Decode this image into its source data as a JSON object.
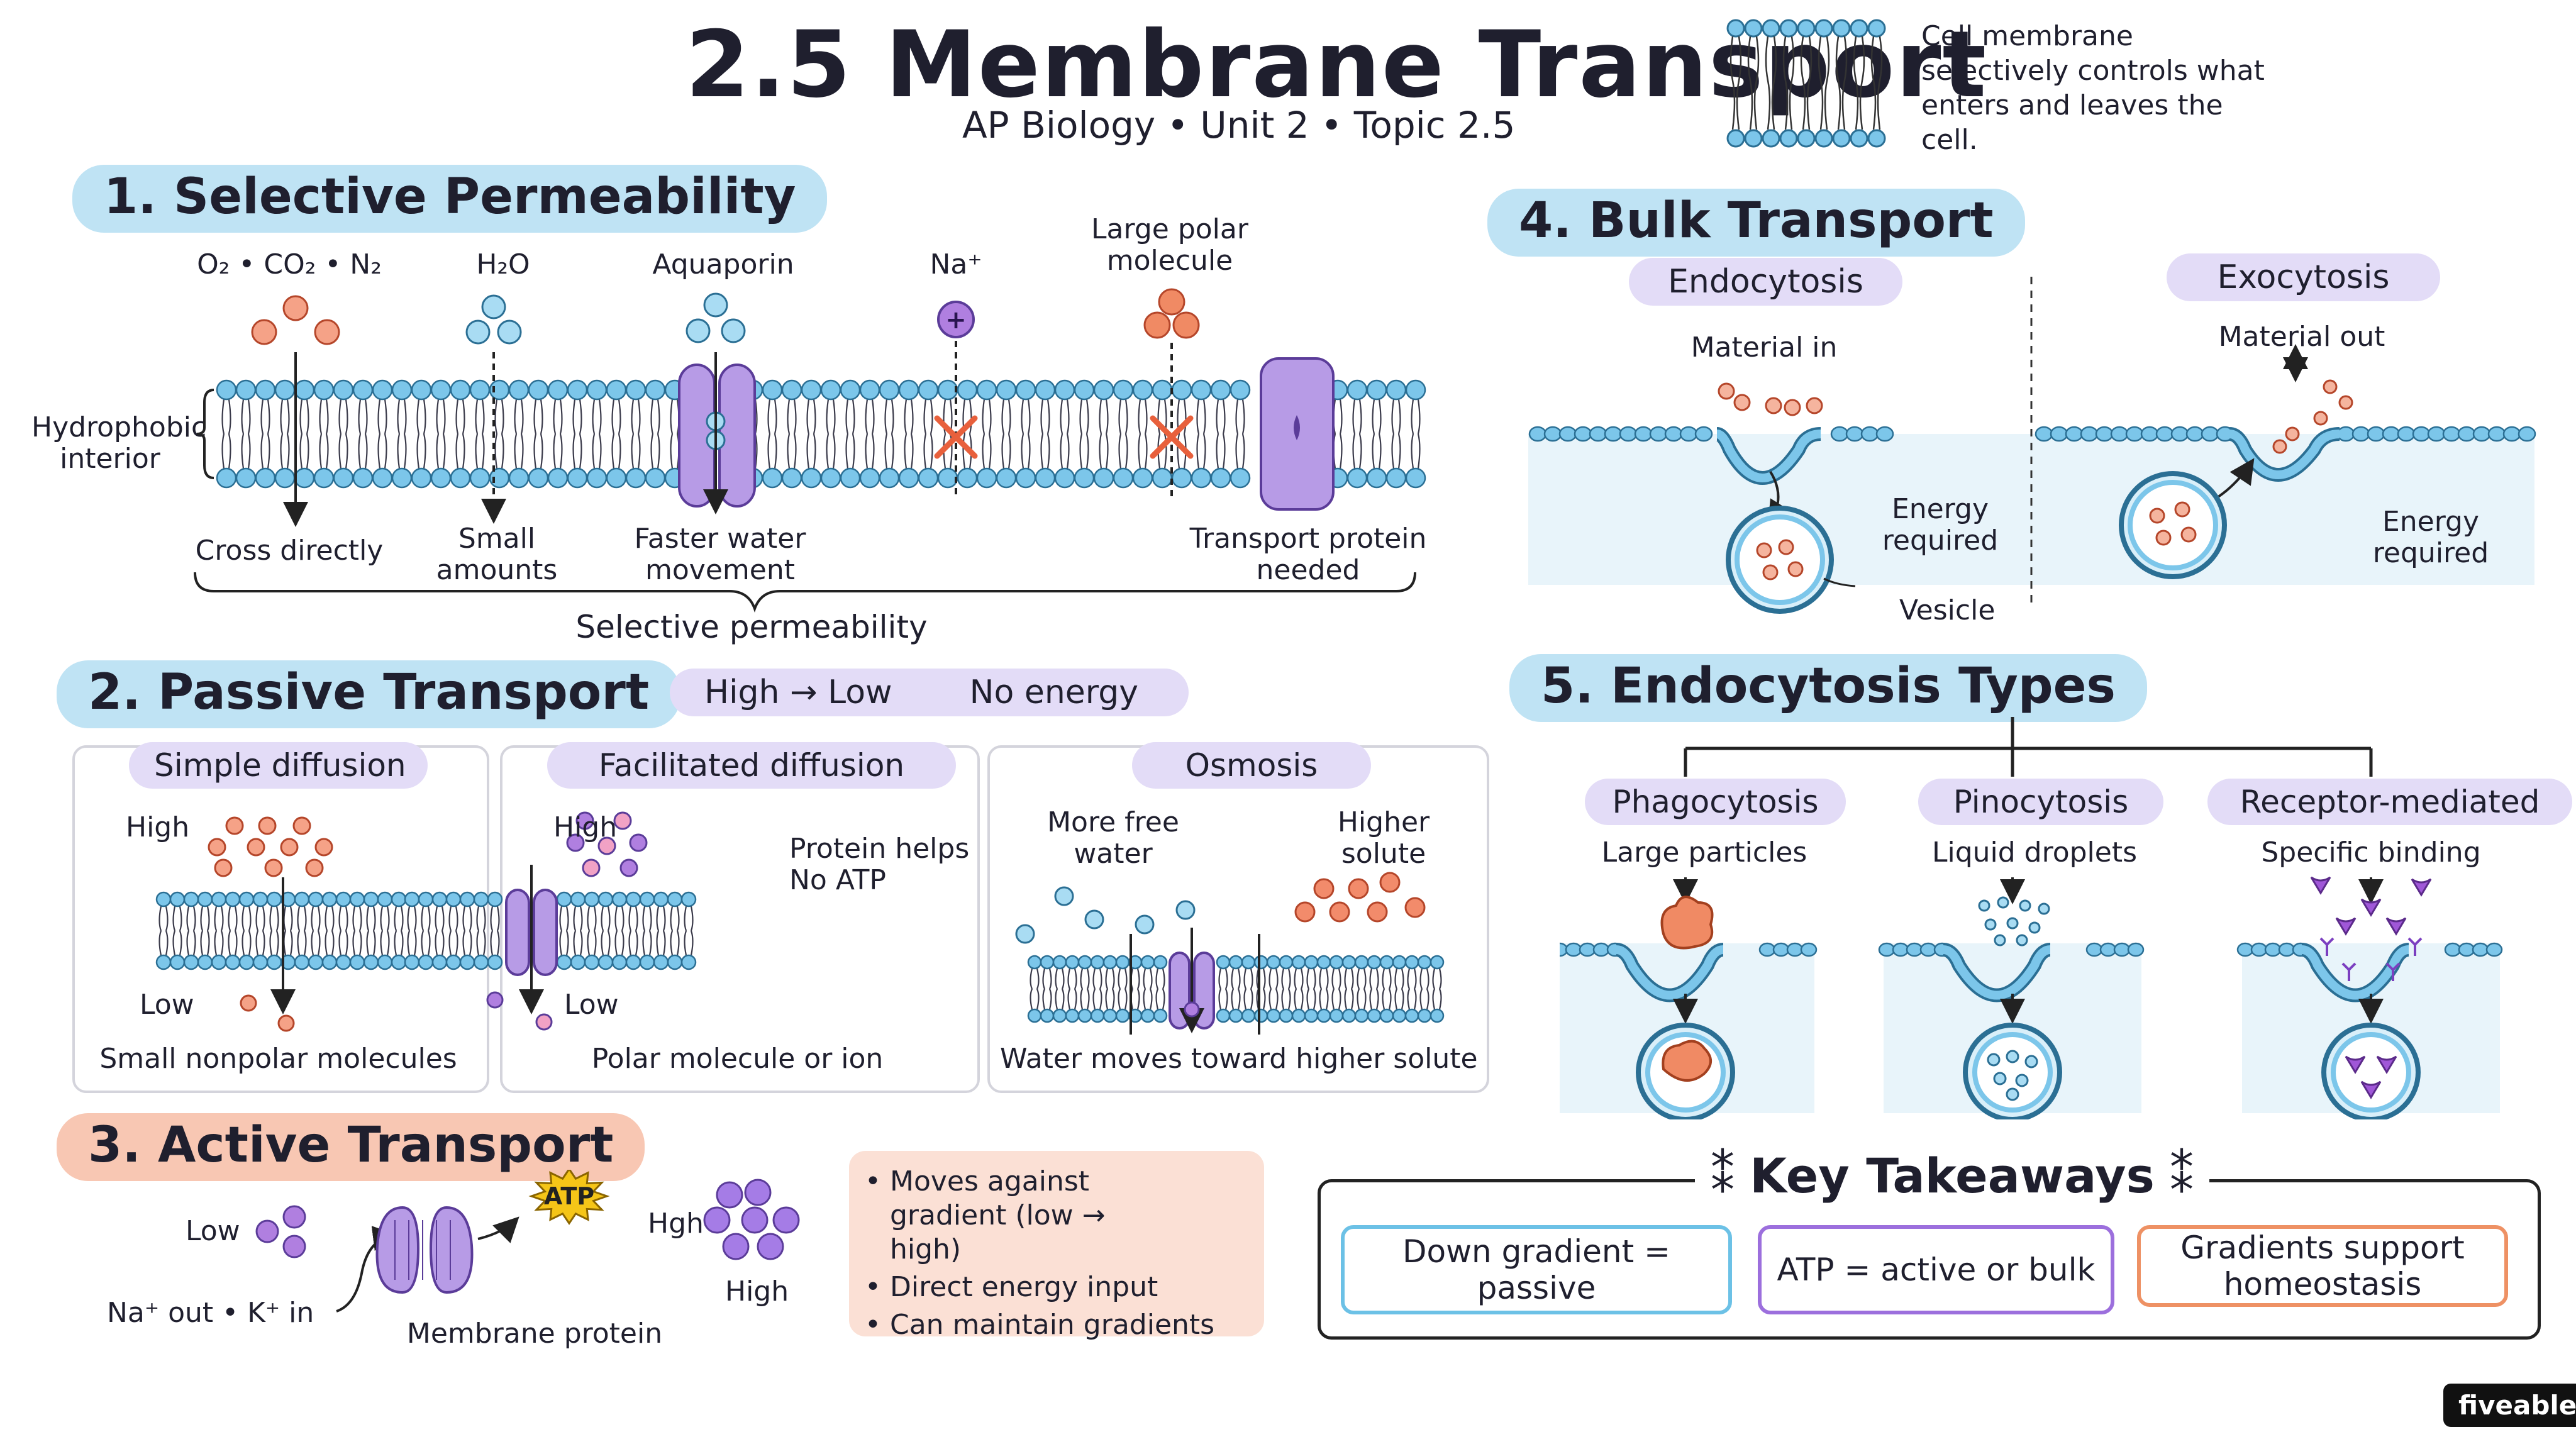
{
  "header": {
    "title": "2.5 Membrane Transport",
    "subtitle": "AP Biology • Unit 2 • Topic 2.5",
    "membrane_note": "Cell membrane selectively controls what enters and leaves the cell."
  },
  "section1": {
    "heading": "1. Selective Permeability",
    "side_label": "Hydrophobic interior",
    "molecules": [
      {
        "top": "O₂ • CO₂ • N₂",
        "bottom": "Cross directly"
      },
      {
        "top": "H₂O",
        "bottom": "Small amounts"
      },
      {
        "top": "Aquaporin",
        "bottom": "Faster water movement"
      },
      {
        "top": "Na⁺",
        "bottom": ""
      },
      {
        "top": "Large polar molecule",
        "bottom": ""
      },
      {
        "top": "",
        "bottom": "Transport protein needed"
      }
    ],
    "brace_label": "Selective permeability"
  },
  "section2": {
    "heading": "2. Passive Transport",
    "gradient_pill": "High → Low",
    "energy_pill": "No energy",
    "panels": [
      {
        "title": "Simple diffusion",
        "high": "High",
        "low": "Low",
        "caption": "Small nonpolar molecules"
      },
      {
        "title": "Facilitated diffusion",
        "high": "High",
        "low": "Low",
        "note": "Protein helps No ATP",
        "caption": "Polar molecule or ion"
      },
      {
        "title": "Osmosis",
        "left_note": "More free water",
        "right_note": "Higher solute",
        "caption": "Water moves toward higher solute"
      }
    ]
  },
  "section3": {
    "heading": "3. Active Transport",
    "low": "Low",
    "ions": "Na⁺ out • K⁺ in",
    "atp": "ATP",
    "hgh": "Hgh",
    "high": "High",
    "protein": "Membrane protein",
    "bullets": [
      "Moves against gradient (low → high)",
      "Direct energy input",
      "Can maintain gradients"
    ]
  },
  "section4": {
    "heading": "4. Bulk Transport",
    "endo": {
      "title": "Endocytosis",
      "sub": "Material in",
      "energy": "Energy required",
      "vesicle": "Vesicle"
    },
    "exo": {
      "title": "Exocytosis",
      "sub": "Material out",
      "energy": "Energy required"
    }
  },
  "section5": {
    "heading": "5. Endocytosis Types",
    "types": [
      {
        "title": "Phagocytosis",
        "sub": "Large particles"
      },
      {
        "title": "Pinocytosis",
        "sub": "Liquid droplets"
      },
      {
        "title": "Receptor-mediated",
        "sub": "Specific binding"
      }
    ]
  },
  "takeaways": {
    "heading": "Key Takeaways",
    "items": [
      "Down gradient = passive",
      "ATP = active or bulk",
      "Gradients support homeostasis"
    ]
  },
  "brand": "fiveable",
  "colors": {
    "lipid_head": "#7cc6ea",
    "protein": "#b79be6",
    "molecule": "#f28b6b",
    "ion": "#9b59d6",
    "x_mark": "#e8603c",
    "atp": "#f5c518"
  }
}
